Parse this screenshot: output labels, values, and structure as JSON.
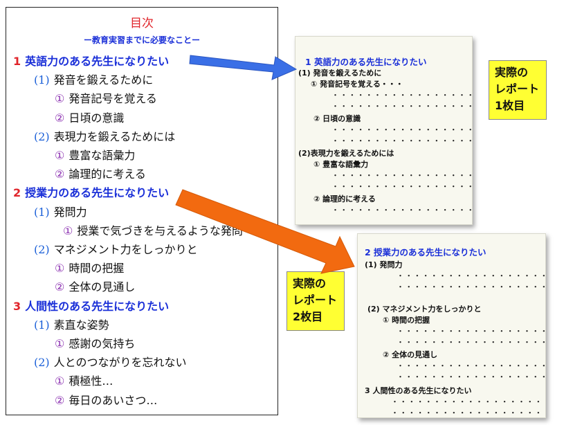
{
  "toc": {
    "title": "目次",
    "subtitle": "ー教育実習までに必要なことー",
    "lines": [
      {
        "level": "h1",
        "num": "1",
        "text": "英語力のある先生になりたい"
      },
      {
        "level": "h2",
        "num": "(1)",
        "text": "発音を鍛えるために"
      },
      {
        "level": "h3",
        "num": "①",
        "text": "発音記号を覚える"
      },
      {
        "level": "h3",
        "num": "②",
        "text": "日頃の意識"
      },
      {
        "level": "h2",
        "num": "(2)",
        "text": "表現力を鍛えるためには"
      },
      {
        "level": "h3",
        "num": "①",
        "text": "豊富な語彙力"
      },
      {
        "level": "h3",
        "num": "②",
        "text": "論理的に考える"
      },
      {
        "level": "h1",
        "num": "2",
        "text": "授業力のある先生になりたい"
      },
      {
        "level": "h2",
        "num": "(1)",
        "text": "発問力"
      },
      {
        "level": "h3",
        "num": "①",
        "text": "授業で気づきを与えるような発問"
      },
      {
        "level": "h2",
        "num": "(2)",
        "text": "マネジメント力をしっかりと"
      },
      {
        "level": "h3",
        "num": "①",
        "text": "時間の把握"
      },
      {
        "level": "h3",
        "num": "②",
        "text": "全体の見通し"
      },
      {
        "level": "h1",
        "num": "3",
        "text": "人間性のある先生になりたい"
      },
      {
        "level": "h2",
        "num": "(1)",
        "text": "素直な姿勢"
      },
      {
        "level": "h3",
        "num": "①",
        "text": "感謝の気持ち"
      },
      {
        "level": "h2",
        "num": "(2)",
        "text": "人とのつながりを忘れない"
      },
      {
        "level": "h3",
        "num": "①",
        "text": "積極性…"
      },
      {
        "level": "h3",
        "num": "②",
        "text": "毎日のあいさつ…"
      }
    ]
  },
  "report1": {
    "heading": "1 英語力のある先生になりたい",
    "l1": "(1) 発音を鍛えるために",
    "l2": "① 発音記号を覚える・・・",
    "l3": "② 日頃の意識",
    "l4": "(2)表現力を鍛えるためには",
    "l5": "① 豊富な語彙力",
    "l6": "② 論理的に考える",
    "dots": "・・・・・・・・・・・・・・・・・・・・・・・"
  },
  "report2": {
    "heading": "2 授業力のある先生になりたい",
    "l1": "(1) 発問力",
    "l2": "(2) マネジメント力をしっかりと",
    "l3": "① 時間の把握",
    "l4": "② 全体の見通し",
    "l5": "3 人間性のある先生になりたい",
    "dots": "・・・・・・・・・・・・・・・・・・・・・・・"
  },
  "notes": {
    "n1": [
      "実際の",
      "レポート",
      "1枚目"
    ],
    "n2": [
      "実際の",
      "レポート",
      "2枚目"
    ]
  },
  "colors": {
    "blue_arrow": "#3a6fe6",
    "orange_arrow": "#f26a10",
    "note_bg": "#ffff33"
  }
}
